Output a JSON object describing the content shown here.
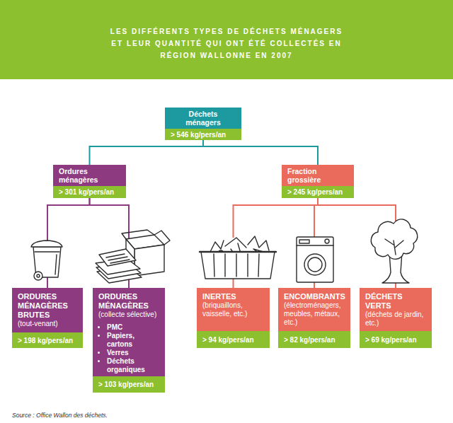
{
  "diagram": {
    "title": "LES DIFFÉRENTS TYPES DE DÉCHETS MÉNAGERS ET LEUR QUANTITÉ QUI ONT ÉTÉ COLLECTÉS EN RÉGION WALLONNE EN 2007",
    "caption": "Source : Office Wallon des déchets.",
    "nodes": [
      {
        "text": [
          "Déchets ménagers",
          "> 546 kg/pers/an"
        ]
      },
      {
        "text": [
          "Ordures ménagères",
          "> 301 kg/pers/an"
        ]
      },
      {
        "text": [
          "Fraction grossière",
          "> 245 kg/pers/an"
        ]
      },
      {
        "text": [
          "ORDURES MÉNAGÈRES BRUTES",
          "(tout-venant)",
          "> 198 kg/pers/an"
        ]
      },
      {
        "text": [
          "ORDURES MÉNAGÈRES",
          "(collecte sélective)",
          "PMC",
          "Papiers, cartons",
          "Verres",
          "Déchets organiques",
          "> 103 kg/pers/an"
        ]
      },
      {
        "text": [
          "INERTES",
          "(briquaillons, vaisselle, etc.)",
          "> 94 kg/pers/an"
        ]
      },
      {
        "text": [
          "ENCOMBRANTS",
          "(électroménagers, meubles, métaux, etc.)",
          "> 82 kg/pers/an"
        ]
      },
      {
        "text": [
          "DÉCHETS VERTS",
          "(déchets de jardin, etc.)",
          "> 69 kg/pers/an"
        ]
      }
    ],
    "edges": [
      {
        "from": 0,
        "to": 1,
        "arrow": "none"
      },
      {
        "from": 0,
        "to": 2,
        "arrow": "none"
      },
      {
        "from": 1,
        "to": 3,
        "arrow": "none"
      },
      {
        "from": 1,
        "to": 4,
        "arrow": "none"
      },
      {
        "from": 2,
        "to": 5,
        "arrow": "none"
      },
      {
        "from": 2,
        "to": 6,
        "arrow": "none"
      },
      {
        "from": 2,
        "to": 7,
        "arrow": "none"
      }
    ]
  }
}
